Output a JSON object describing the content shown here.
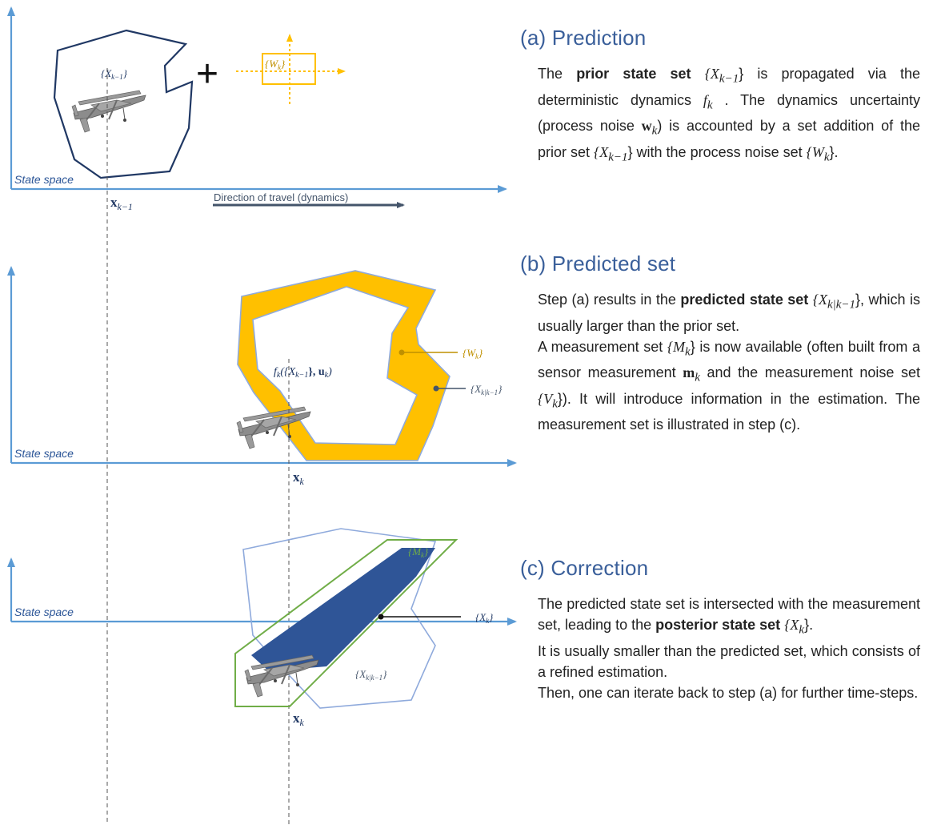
{
  "panel_a": {
    "axis_label": "State space",
    "prior_set_label": "{X",
    "prior_set_sub": "k−1",
    "noise_set_label": "{W",
    "noise_set_sub": "k",
    "plus_sign": "+",
    "x_label": "x",
    "x_sub": "k−1",
    "direction_label": "Direction of travel (dynamics)",
    "heading": "(a) Prediction",
    "text": {
      "p1": "The ",
      "b1": "prior state set",
      "m1": "{X",
      "m1s": "k−1",
      "p2": "} is propagated via the deterministic dynamics ",
      "m2": "f",
      "m2s": "k",
      "p3": " . The dynamics uncertainty (process noise ",
      "m3": "w",
      "m3s": "k",
      "p4": ") is accounted by a set addition of the prior set ",
      "m4": "{X",
      "m4s": "k−1",
      "p5": "} with the process noise set ",
      "m5": "{W",
      "m5s": "k",
      "p6": "}."
    }
  },
  "panel_b": {
    "axis_label": "State space",
    "fk_label": "f",
    "fk_sub": "k",
    "fk_args": "({X",
    "fk_args_sub": "k−1",
    "fk_args2": "}, u",
    "fk_args2_sub": "k",
    "fk_close": ")",
    "noise_callout": "{W",
    "noise_callout_sub": "k",
    "pred_callout": "{X",
    "pred_callout_sub": "k|k−1",
    "x_label": "x",
    "x_sub": "k",
    "heading": "(b) Predicted set",
    "text": {
      "p1": "Step (a) results in the ",
      "b1": "predicted state set",
      "m1": "{X",
      "m1s": "k|k−1",
      "p2": "}, which is usually larger than the prior set.",
      "p3": "A measurement set ",
      "m2": "{M",
      "m2s": "k",
      "p4": "} is now available (often built from a sensor measurement ",
      "m3": "m",
      "m3s": "k",
      "p5": " and the measurement noise set ",
      "m4": "{V",
      "m4s": "k",
      "p6": "}). It will introduce information in the estimation. The measurement set is illustrated in step (c)."
    }
  },
  "panel_c": {
    "axis_label": "State space",
    "meas_label": "{M",
    "meas_sub": "k",
    "post_callout": "{X",
    "post_callout_sub": "k",
    "pred_label": "{X",
    "pred_sub": "k|k−1",
    "x_label": "x",
    "x_sub": "k",
    "heading": "(c) Correction",
    "text": {
      "p1": "The predicted state set is intersected with the measurement set, leading to the ",
      "b1": "posterior state set",
      "m1": "{X",
      "m1s": "k",
      "p2": "}.",
      "p3": "It is usually smaller than the predicted set, which consists of a refined estimation.",
      "p4": "Then, one can iterate back to step (a) for further time-steps."
    }
  },
  "colors": {
    "axis": "#5b9bd5",
    "dark_set": "#203864",
    "noise": "#ffc000",
    "noise_text": "#bf9000",
    "pred_outline": "#8faadc",
    "meas": "#70ad47",
    "posterior": "#2f5597",
    "arrow_dark": "#44546a"
  }
}
